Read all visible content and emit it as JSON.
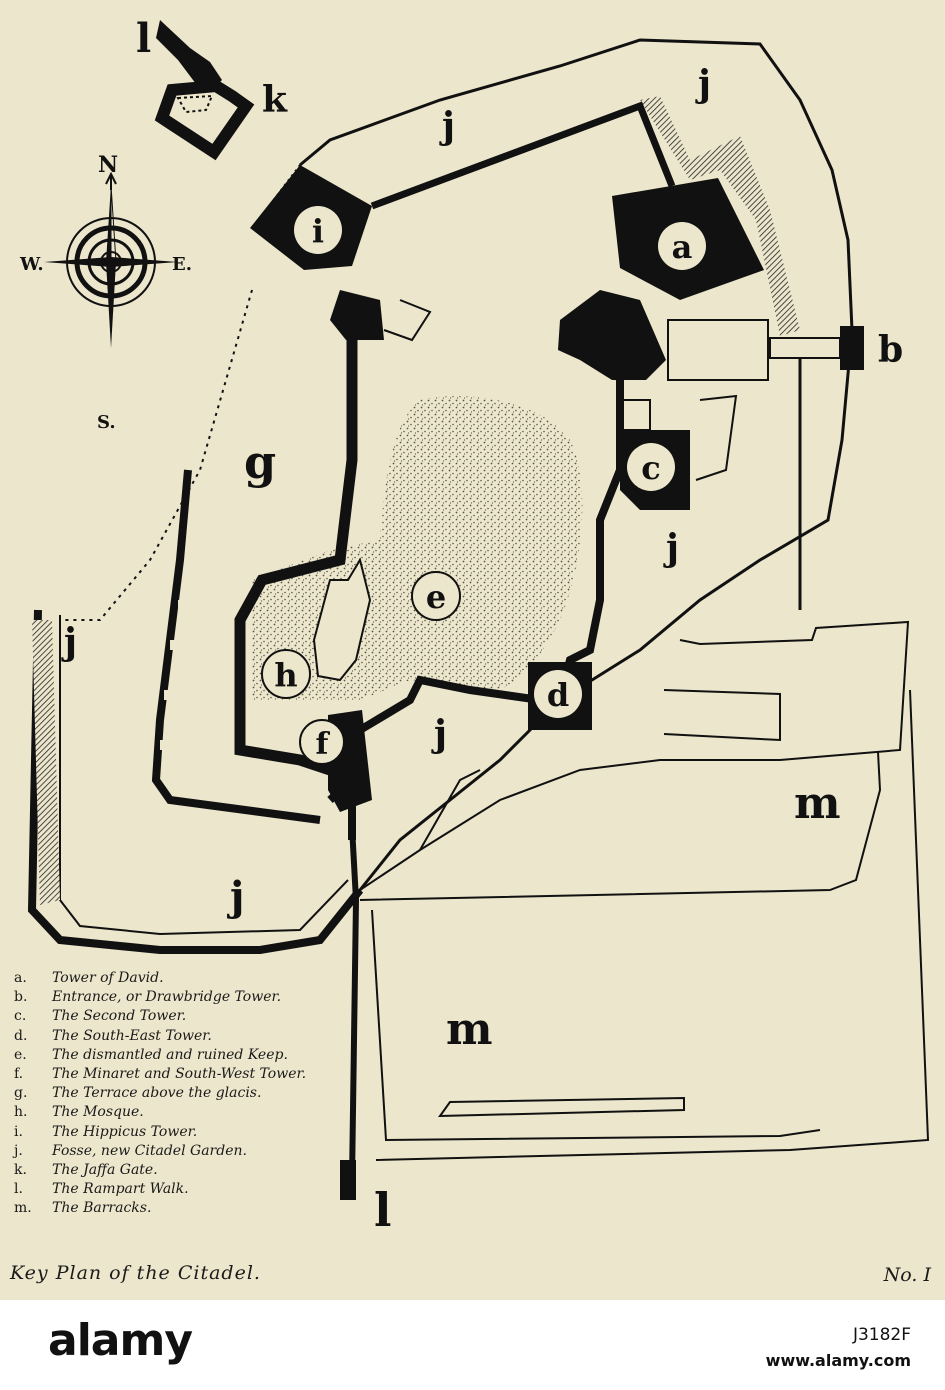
{
  "map": {
    "compass": {
      "north": "N",
      "south": "S.",
      "west": "W.",
      "east": "E."
    },
    "labels": {
      "a": "a",
      "b": "b",
      "c": "c",
      "d": "d",
      "e": "e",
      "f": "f",
      "g": "g",
      "h": "h",
      "i": "i",
      "j": "j",
      "k": "k",
      "l": "l",
      "m": "m"
    }
  },
  "legend": [
    {
      "key": "a.",
      "text": "Tower of David."
    },
    {
      "key": "b.",
      "text": "Entrance, or Drawbridge Tower."
    },
    {
      "key": "c.",
      "text": "The Second Tower."
    },
    {
      "key": "d.",
      "text": "The South-East Tower."
    },
    {
      "key": "e.",
      "text": "The dismantled and ruined Keep."
    },
    {
      "key": "f.",
      "text": "The Minaret and South-West Tower."
    },
    {
      "key": "g.",
      "text": "The Terrace above the glacis."
    },
    {
      "key": "h.",
      "text": "The Mosque."
    },
    {
      "key": "i.",
      "text": "The Hippicus Tower."
    },
    {
      "key": "j.",
      "text": "Fosse, new Citadel Garden."
    },
    {
      "key": "k.",
      "text": "The Jaffa Gate."
    },
    {
      "key": "l.",
      "text": "The Rampart Walk."
    },
    {
      "key": "m.",
      "text": "The Barracks."
    }
  ],
  "caption": "Key Plan of the Citadel.",
  "plate_number": "No. I",
  "watermark": {
    "logo": "alamy",
    "image_id": "J3182F",
    "url": "www.alamy.com"
  },
  "colors": {
    "paper": "#ece6cc",
    "ink": "#111111",
    "stipple": "#9a9684"
  }
}
